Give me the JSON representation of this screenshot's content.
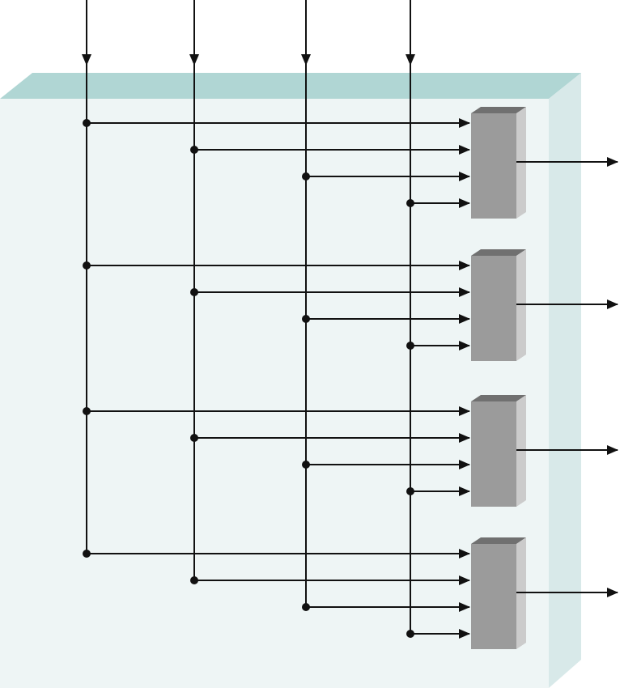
{
  "colors": {
    "background": "#ffffff",
    "panel_front": "#eef5f5",
    "panel_top": "#b0d6d4",
    "panel_side": "#d8e9e9",
    "unit_front": "#9b9b9b",
    "unit_top": "#707070",
    "unit_side": "#cbcbcb",
    "wire": "#111111"
  },
  "diagram": {
    "kind": "crossbar-fan-in",
    "inputs": 4,
    "units": 4,
    "outputs": 4,
    "taps_per_unit": 4,
    "input_icon": "down-arrow-icon",
    "output_icon": "right-arrow-icon",
    "tap_icon": "junction-dot-icon"
  }
}
